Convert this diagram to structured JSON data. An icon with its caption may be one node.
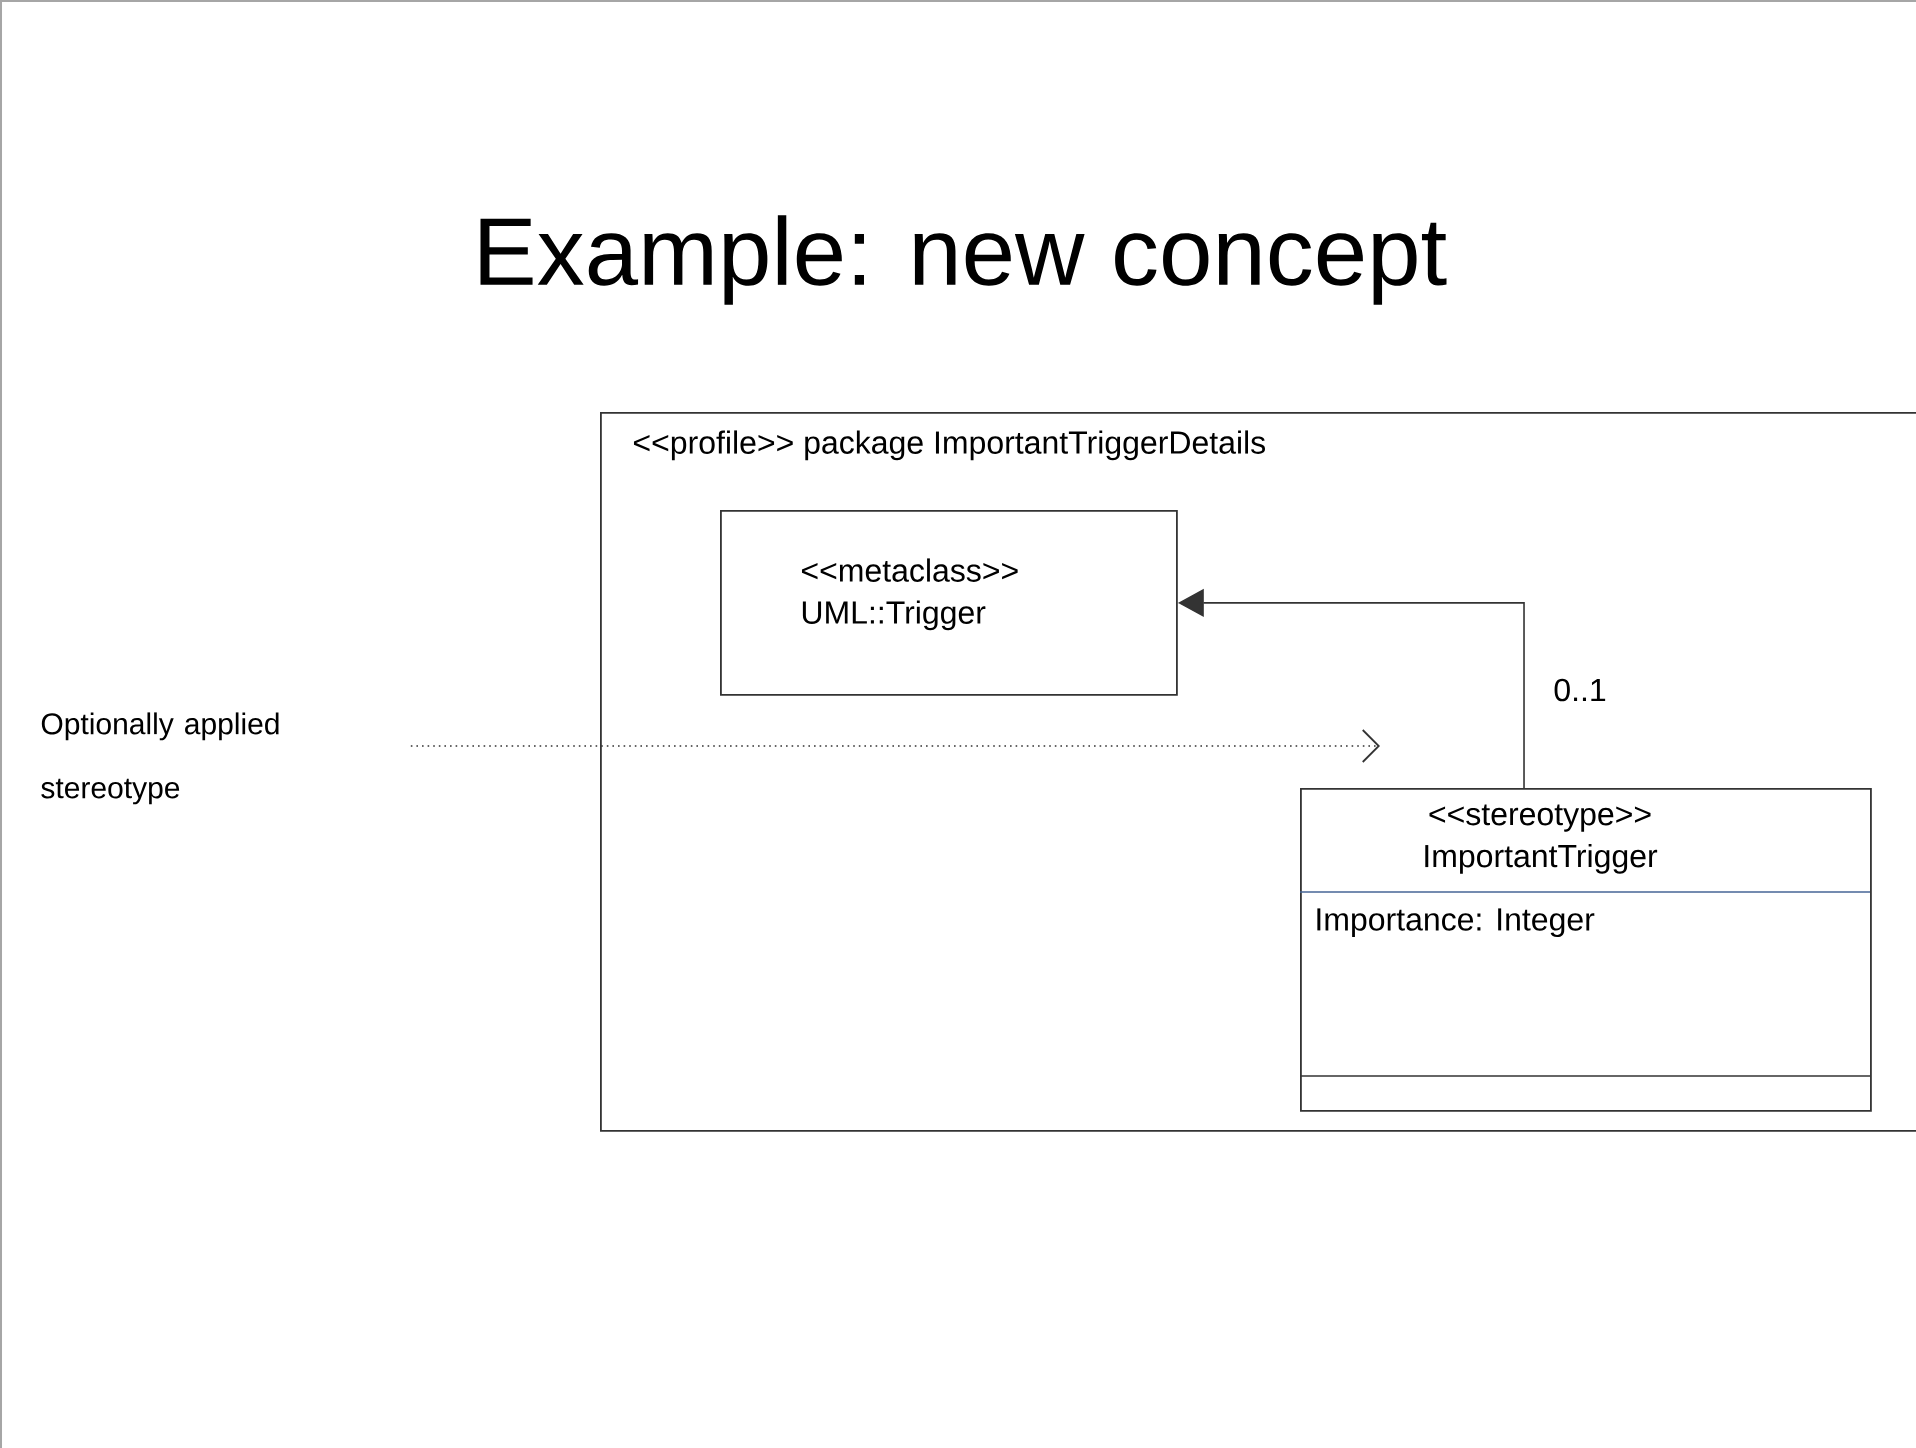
{
  "diagram": {
    "title": "Example: new concept",
    "nodes": [
      {
        "text": [
          "<<profile>> package ImportantTriggerDetails"
        ]
      },
      {
        "text": [
          "<<metaclass>> UML::Trigger"
        ],
        "in": 0
      },
      {
        "text": [
          "<<stereotype>> ImportantTrigger",
          "Importance: Integer"
        ],
        "in": 0
      },
      {
        "text": [
          "Optionally applied stereotype"
        ]
      }
    ],
    "edges": [
      {
        "from": 2,
        "to": 1,
        "arrow": "to",
        "label": "0..1"
      },
      {
        "from": 3,
        "to": null,
        "arrow": "to",
        "style": "dashed"
      }
    ]
  }
}
